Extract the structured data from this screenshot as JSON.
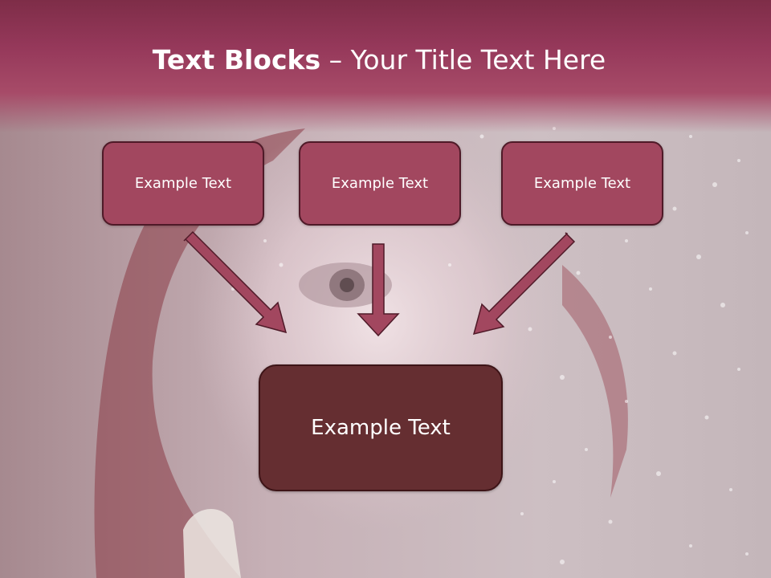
{
  "slide": {
    "title_bold": "Text Blocks",
    "title_rest": " – Your Title Text Here",
    "boxes": [
      {
        "label": "Example Text"
      },
      {
        "label": "Example Text"
      },
      {
        "label": "Example Text"
      }
    ],
    "main_box": {
      "label": "Example Text"
    }
  },
  "colors": {
    "header": "#95385a",
    "small_box_fill": "#a2475f",
    "main_box_fill": "#652e31",
    "arrow_fill": "#a2475f",
    "outline": "#4f1a28"
  },
  "icons": [
    "arrow-down-right-icon",
    "arrow-down-icon",
    "arrow-down-left-icon"
  ]
}
